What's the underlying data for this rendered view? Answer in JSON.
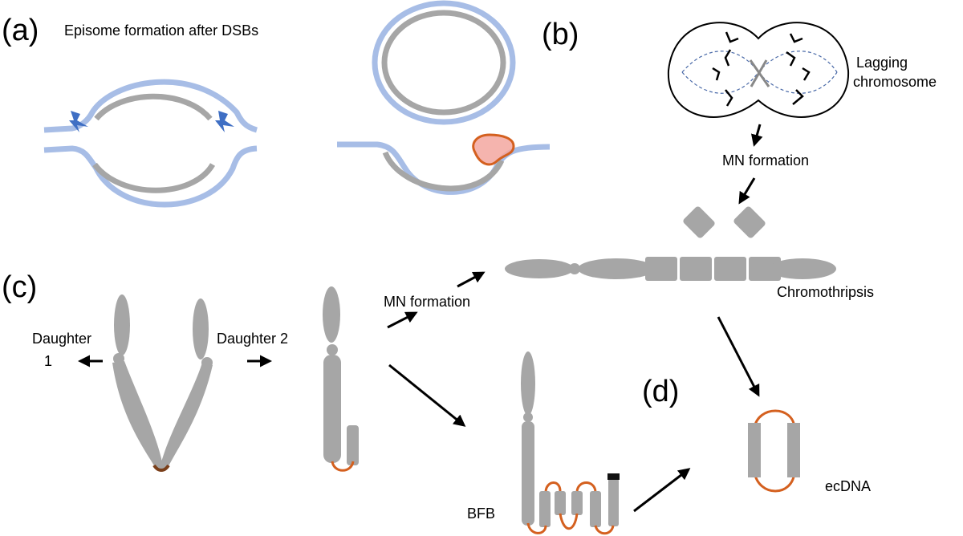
{
  "panels": {
    "a": {
      "label": "(a)",
      "title": "Episome formation after DSBs"
    },
    "b": {
      "label": "(b)",
      "lagging_line1": "Lagging",
      "lagging_line2": "chromosome",
      "mn_formation": "MN formation"
    },
    "c": {
      "label": "(c)",
      "daughter1_line1": "Daughter",
      "daughter1_line2": "1",
      "daughter2": "Daughter 2",
      "mn_formation": "MN formation",
      "chromothripsis": "Chromothripsis",
      "bfb": "BFB"
    },
    "d": {
      "label": "(d)",
      "ecdna": "ecDNA"
    }
  },
  "colors": {
    "dna_light_blue": "#a7bde6",
    "dna_grey": "#a6a6a6",
    "chromosome_grey": "#a6a6a6",
    "orange": "#d4601f",
    "pink_fill": "#f3a7a0",
    "break_blue": "#3f6fc4",
    "arrow": "#000000",
    "spindle_blue": "#4a6aa8"
  },
  "icons": {
    "double_strand_break": "lightning-bolt-icon",
    "arrow": "arrow-icon"
  }
}
